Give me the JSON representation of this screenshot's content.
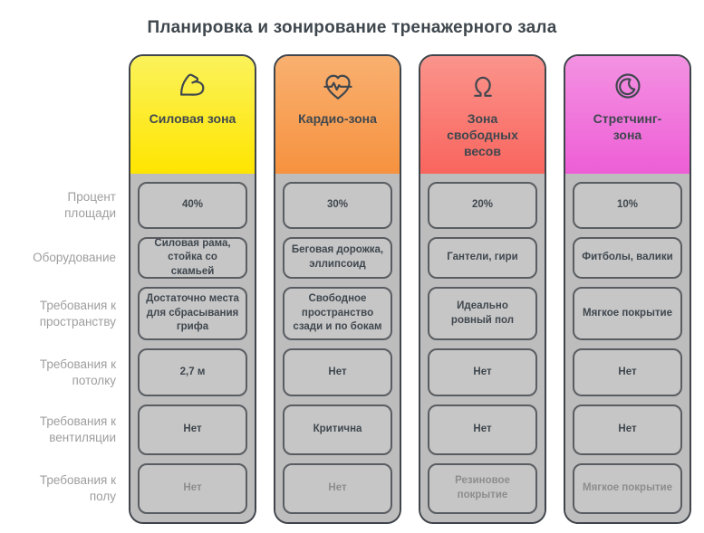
{
  "title": "Планировка и зонирование тренажерного зала",
  "row_labels": [
    "Процент\nплощади",
    "Оборудование",
    "Требования к\nпространству",
    "Требования к\nпотолку",
    "Требования к\nвентиляции",
    "Требования к\nполу"
  ],
  "zones": [
    {
      "label": "Силовая зона",
      "icon": "bicep-icon",
      "color_top": "#FBF25B",
      "color_bottom": "#FFE500",
      "cells": [
        "40%",
        "Силовая рама, стойка со скамьей",
        "Достаточно места для сбрасывания грифа",
        "2,7 м",
        "Нет",
        "Нет"
      ]
    },
    {
      "label": "Кардио-зона",
      "icon": "heart-pulse-icon",
      "color_top": "#F9B070",
      "color_bottom": "#F6923F",
      "cells": [
        "30%",
        "Беговая дорожка, эллипсоид",
        "Свободное пространство сзади и по бокам",
        "Нет",
        "Критична",
        "Нет"
      ]
    },
    {
      "label": "Зона\nсвободных\nвесов",
      "icon": "kettlebell-icon",
      "color_top": "#FA948C",
      "color_bottom": "#F9655E",
      "cells": [
        "20%",
        "Гантели, гири",
        "Идеально ровный пол",
        "Нет",
        "Нет",
        "Резиновое покрытие"
      ]
    },
    {
      "label": "Стретчинг-\nзона",
      "icon": "moon-circle-icon",
      "color_top": "#F392E2",
      "color_bottom": "#EE5ED6",
      "cells": [
        "10%",
        "Фитболы, валики",
        "Мягкое покрытие",
        "Нет",
        "Нет",
        "Мягкое покрытие"
      ]
    }
  ],
  "colors": {
    "text_dark": "#3F474E",
    "row_label_gray": "#9E9E9E",
    "muted_cell_text": "#8D8D8D",
    "column_body_bg": "#BDBDBD",
    "cell_bg": "#C6C6C6",
    "card_border": "#40454B",
    "cell_border": "#595D61",
    "page_bg": "#FFFFFF"
  }
}
